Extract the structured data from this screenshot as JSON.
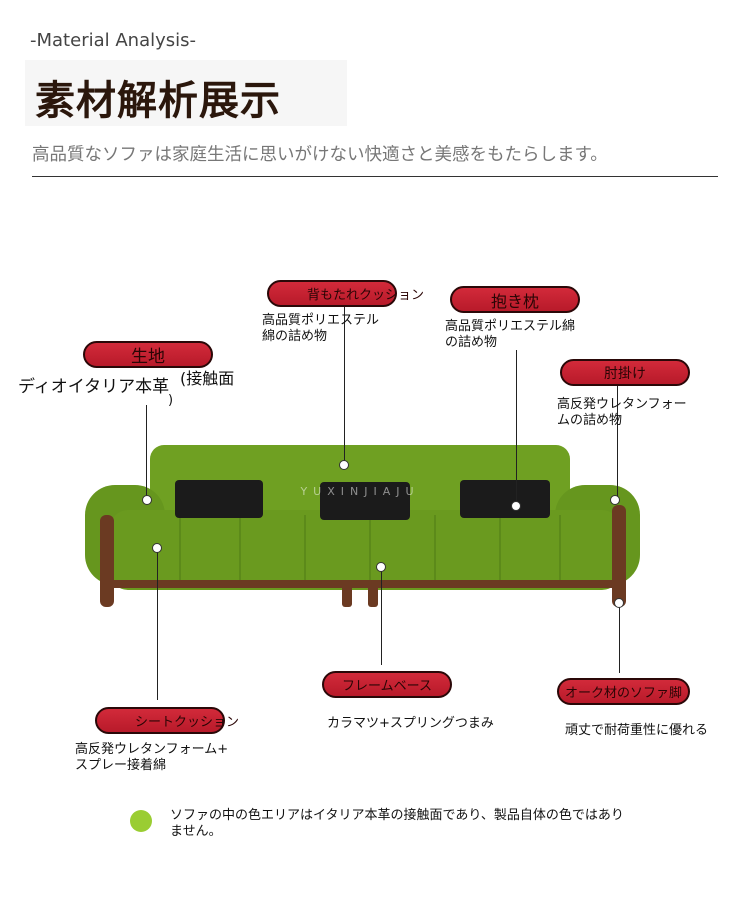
{
  "header": {
    "eyebrow": "-Material Analysis-",
    "title": "素材解析展示",
    "subtitle": "高品質なソファは家庭生活に思いがけない快適さと美感をもたらします。"
  },
  "watermark": {
    "text": "YUXINJIAJU"
  },
  "labels": {
    "backrest": {
      "title": "背もたれクッション",
      "desc1": "高品質ポリエステル",
      "desc2": "綿の詰め物"
    },
    "pillow": {
      "title": "抱き枕",
      "desc1": "高品質ポリエステル綿",
      "desc2": "の詰め物"
    },
    "fabric": {
      "title": "生地",
      "desc1": "ディオイタリア本革",
      "desc2": "(接触面",
      "desc3": ")"
    },
    "armrest": {
      "title": "肘掛け",
      "desc1": "高反発ウレタンフォー",
      "desc2": "ムの詰め物"
    },
    "frame": {
      "title": "フレームベース",
      "desc1": "カラマツ+スプリングつまみ"
    },
    "legs": {
      "title": "オーク材のソファ脚",
      "desc1": "頑丈で耐荷重性に優れる"
    },
    "seat": {
      "title": "シートクッション",
      "desc1": "高反発ウレタンフォーム+",
      "desc2": "スプレー接着綿"
    }
  },
  "note": {
    "text": "ソファの中の色エリアはイタリア本革の接触面であり、製品自体の色ではありません。",
    "color": "#9acd32"
  },
  "colors": {
    "pill": "#c0202f",
    "sofa": "#6a9a1f",
    "wood": "#6b3a22"
  }
}
